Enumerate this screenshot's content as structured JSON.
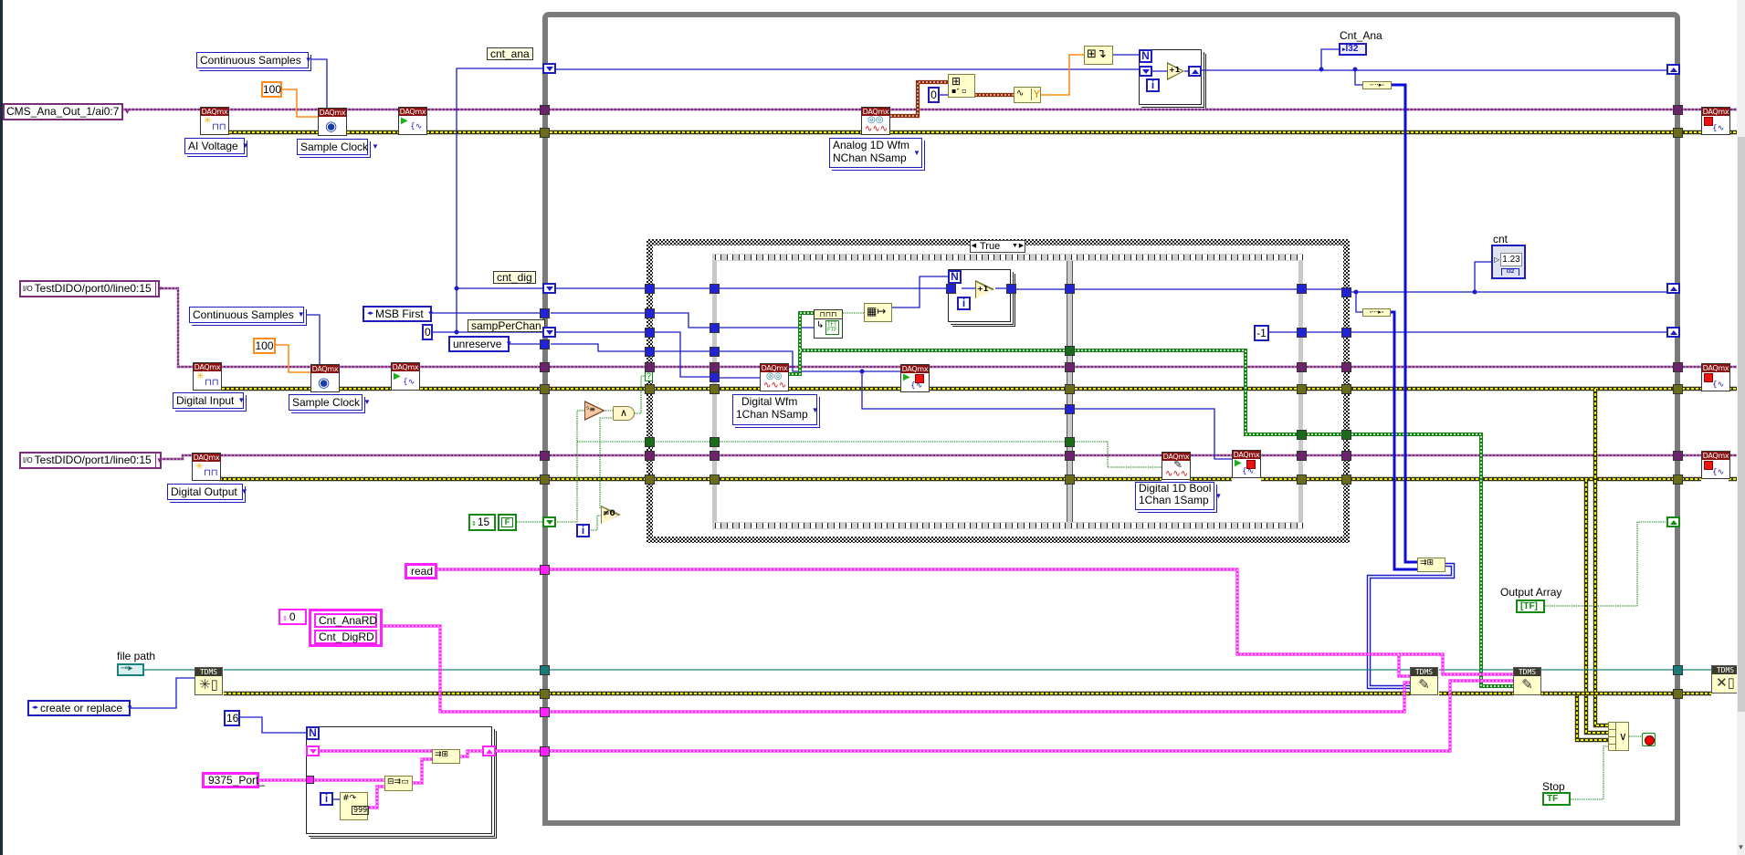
{
  "analog_task": {
    "physical_channel": "CMS_Ana_Out_1/ai0:7",
    "create_channel_type": "AI Voltage",
    "sample_mode": "Continuous Samples",
    "rate": "100",
    "timing_type": "Sample Clock",
    "read_type": [
      "Analog 1D Wfm",
      "NChan NSamp"
    ]
  },
  "digital_input_task": {
    "physical_channel": "TestDIDO/port0/line0:15",
    "create_channel_type": "Digital Input",
    "sample_mode": "Continuous Samples",
    "rate": "100",
    "timing_type": "Sample Clock",
    "read_type": [
      "Digital Wfm",
      "1Chan NSamp"
    ]
  },
  "digital_output_task": {
    "physical_channel": "TestDIDO/port1/line0:15",
    "create_channel_type": "Digital Output",
    "write_type": [
      "Digital 1D Bool",
      "1Chan 1Samp"
    ]
  },
  "constants": {
    "bit_order": "MSB First",
    "init_zero": "0",
    "task_action": "unreserve",
    "index_zero": "0",
    "minus_one": "-1",
    "bool_array_index": "15",
    "bool_array_value": "F",
    "group_read": "read",
    "channel_names_index": "0",
    "channel_names": [
      "Cnt_AnaRD",
      "Cnt_DigRD"
    ],
    "open_operation": "create or replace",
    "port_loop_count": "16",
    "port_prefix": "9375_Port_"
  },
  "labels": {
    "cnt_ana": "cnt_ana",
    "cnt_dig": "cnt_dig",
    "samp_per_chan": "sampPerChan",
    "file_path": "file path"
  },
  "indicators": {
    "cnt_ana": {
      "label": "Cnt_Ana",
      "type": "I32"
    },
    "cnt": {
      "label": "cnt",
      "value": "1.23",
      "type": "I32"
    }
  },
  "controls": {
    "output_array": {
      "label": "Output Array",
      "glyph": "[TF]"
    },
    "stop": {
      "label": "Stop",
      "glyph": "TF"
    }
  },
  "case_structure": {
    "selector": "True",
    "selector_terminal": "?"
  },
  "loop_terminals": {
    "count": "N",
    "iteration": "i"
  },
  "functions": {
    "increment": "+1",
    "not_equal_zero": "≠0",
    "and": "∧",
    "or": "∨",
    "waveform_y": "Y",
    "num_to_string_glyph": "999",
    "io_glyph": "I/O"
  },
  "icon_headers": {
    "daqmx": "DAQmx",
    "tdms": "TDMS"
  },
  "colors": {
    "integer_wire": "#1b1bc8",
    "task_wire": "#7b2d7b",
    "error_wire": "#f2f200",
    "boolean_wire": "#158015",
    "string_wire": "#ff22ff",
    "tdms_refnum_wire": "#1a8080",
    "double_wire": "#ff8c1a",
    "waveform_wire": "#8b2c0c",
    "while_loop_border": "#7b7b7b",
    "daqmx_header": "#8b1010"
  }
}
